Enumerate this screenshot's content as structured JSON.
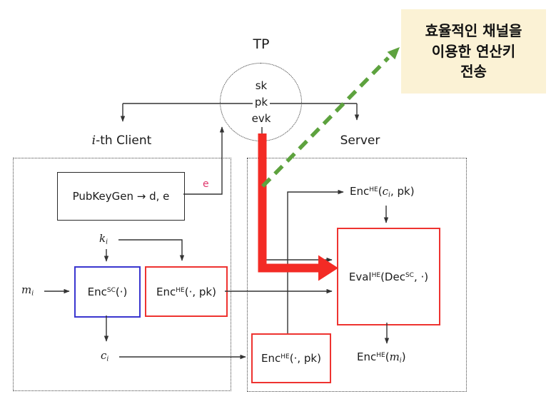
{
  "tp": {
    "title": "TP",
    "keys": [
      "sk",
      "pk",
      "evk"
    ]
  },
  "client": {
    "label_var": "i",
    "label_rest": "-th Client",
    "pubkeygen": "PubKeyGen → d, e",
    "e_label": "e",
    "k": {
      "var": "k",
      "sub": "i"
    },
    "m": {
      "var": "m",
      "sub": "i"
    },
    "c": {
      "var": "c",
      "sub": "i"
    },
    "enc_sc": {
      "p1": "Enc",
      "s1": "SC",
      "p2": "(·)"
    },
    "enc_he": {
      "p1": "Enc",
      "s1": "HE",
      "p2": "(·, pk)"
    }
  },
  "server": {
    "label": "Server",
    "enc_ci": {
      "p1": "Enc",
      "s1": "HE",
      "p2": "(",
      "var": "c",
      "sub": "i",
      "p3": ", pk)"
    },
    "eval": {
      "p1": "Eval",
      "s1": "HE",
      "p2": "(Dec",
      "s2": "SC",
      "p3": ", ·)"
    },
    "enc_pk": {
      "p1": "Enc",
      "s1": "HE",
      "p2": "(·, pk)"
    },
    "enc_mi": {
      "p1": "Enc",
      "s1": "HE",
      "p2": "(",
      "var": "m",
      "sub": "i",
      "p3": ")"
    }
  },
  "callout": {
    "line1": "효율적인 채널을",
    "line2": "이용한 연산키",
    "line3": "전송"
  },
  "colors": {
    "highlight_red": "#F32B25",
    "box_red": "#EE3330",
    "box_blue": "#3A36CF",
    "green_dash": "#5DA23E",
    "e_pink": "#E0356B",
    "callout_bg": "#FBF2D5",
    "line_black": "#333333"
  }
}
